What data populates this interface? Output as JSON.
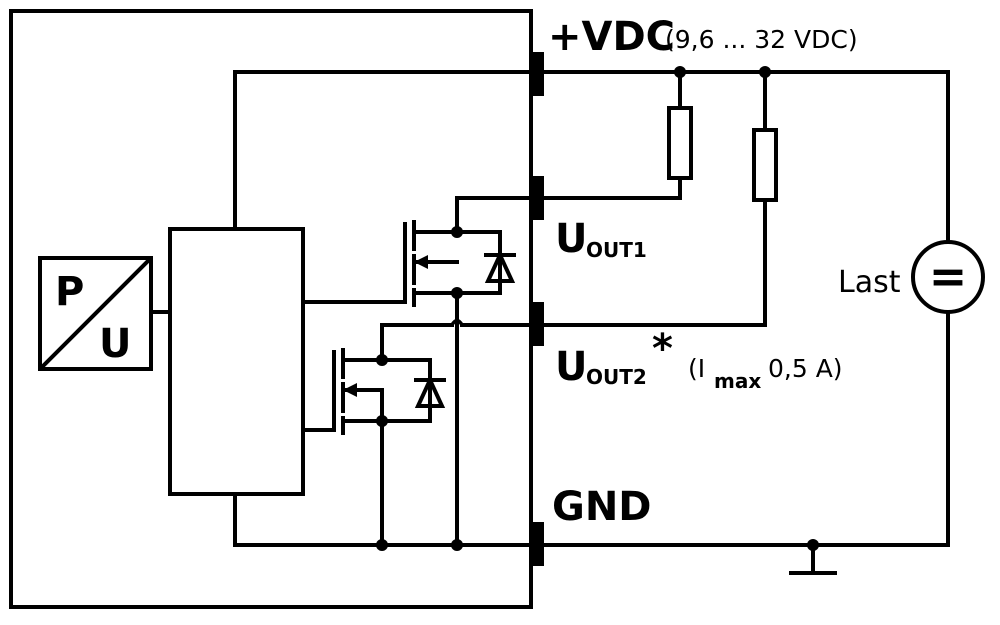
{
  "labels": {
    "supply": "+VDC",
    "supply_range": "(9,6 ... 32 VDC)",
    "out1_main": "U",
    "out1_sub": "OUT1",
    "out2_main": "U",
    "out2_sub": "OUT2",
    "out2_star": "*",
    "imax_open": "(I",
    "imax_sub": "max",
    "imax_value": "0,5 A)",
    "gnd": "GND",
    "load": "Last",
    "load_symbol": "=",
    "converter_p": "P",
    "converter_u": "U"
  }
}
